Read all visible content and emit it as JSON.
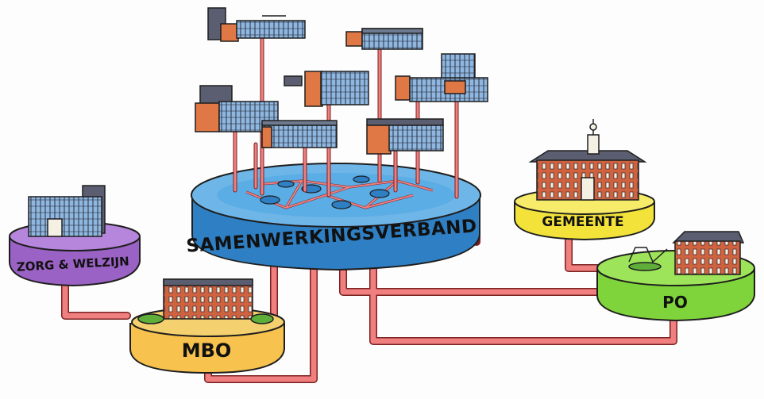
{
  "nodes": {
    "central": {
      "label": "SAMENWERKINGSVERBAND",
      "color": "#3a8fd0"
    },
    "zorg": {
      "label": "ZORG & WELZIJN",
      "color": "#9a62c4"
    },
    "mbo": {
      "label": "MBO",
      "color": "#f7c24d"
    },
    "gemeente": {
      "label": "GEMEENTE",
      "color": "#f2e23a"
    },
    "po": {
      "label": "PO",
      "color": "#7ed43a"
    }
  },
  "colors": {
    "pipe": "#f07f7f",
    "pipe_outline": "#7a2020",
    "brick": "#c8583c",
    "glass": "#7aa9d8",
    "roof": "#5a5e70",
    "grass": "#5fae3a",
    "ink": "#1e1e1e"
  }
}
